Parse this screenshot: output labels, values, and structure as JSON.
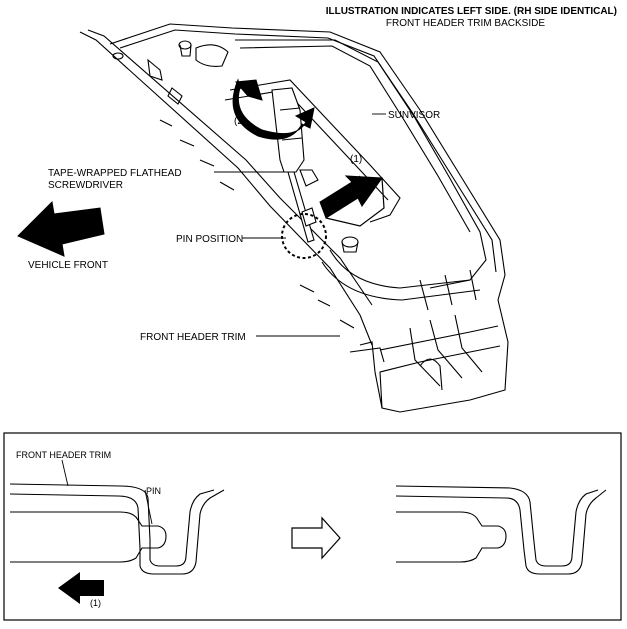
{
  "header": {
    "line1": "ILLUSTRATION INDICATES LEFT SIDE. (RH SIDE IDENTICAL)",
    "line2": "FRONT HEADER TRIM BACKSIDE"
  },
  "top_labels": {
    "sunvisor": "SUNVISOR",
    "step1": "(1)",
    "step2": "(2)",
    "screwdriver_line1": "TAPE-WRAPPED FLATHEAD",
    "screwdriver_line2": "SCREWDRIVER",
    "pin_position": "PIN POSITION",
    "vehicle_front": "VEHICLE FRONT",
    "front_header_trim": "FRONT HEADER TRIM"
  },
  "detail_labels": {
    "front_header_trim": "FRONT HEADER TRIM",
    "pin": "PIN",
    "step1": "(1)"
  }
}
